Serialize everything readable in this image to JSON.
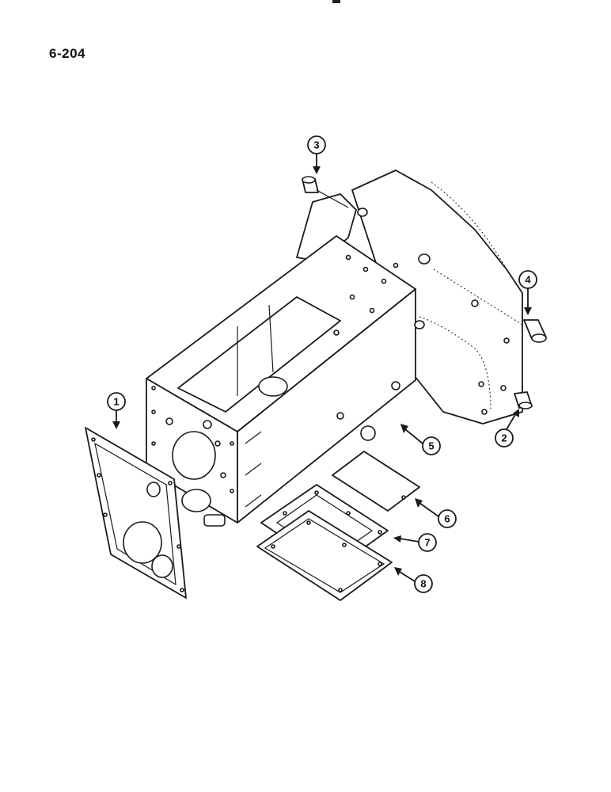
{
  "page": {
    "number": "6-204"
  },
  "callouts": [
    {
      "id": "1",
      "label": "1"
    },
    {
      "id": "2",
      "label": "2"
    },
    {
      "id": "3",
      "label": "3"
    },
    {
      "id": "4",
      "label": "4"
    },
    {
      "id": "5",
      "label": "5"
    },
    {
      "id": "6",
      "label": "6"
    },
    {
      "id": "7",
      "label": "7"
    },
    {
      "id": "8",
      "label": "8"
    }
  ]
}
